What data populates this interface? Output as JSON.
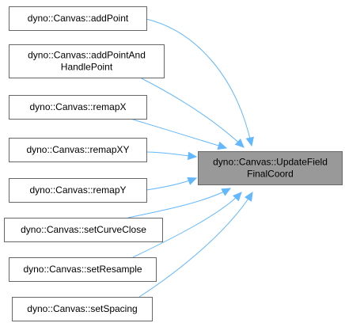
{
  "diagram": {
    "target": {
      "label_lines": [
        "dyno::Canvas::UpdateField",
        "FinalCoord"
      ]
    },
    "callers": [
      {
        "label_lines": [
          "dyno::Canvas::addPoint"
        ]
      },
      {
        "label_lines": [
          "dyno::Canvas::addPointAnd",
          "HandlePoint"
        ]
      },
      {
        "label_lines": [
          "dyno::Canvas::remapX"
        ]
      },
      {
        "label_lines": [
          "dyno::Canvas::remapXY"
        ]
      },
      {
        "label_lines": [
          "dyno::Canvas::remapY"
        ]
      },
      {
        "label_lines": [
          "dyno::Canvas::setCurveClose"
        ]
      },
      {
        "label_lines": [
          "dyno::Canvas::setResample"
        ]
      },
      {
        "label_lines": [
          "dyno::Canvas::setSpacing"
        ]
      }
    ],
    "colors": {
      "edge": "#63b8ff",
      "target_fill": "#999999",
      "node_border": "#666666"
    }
  }
}
